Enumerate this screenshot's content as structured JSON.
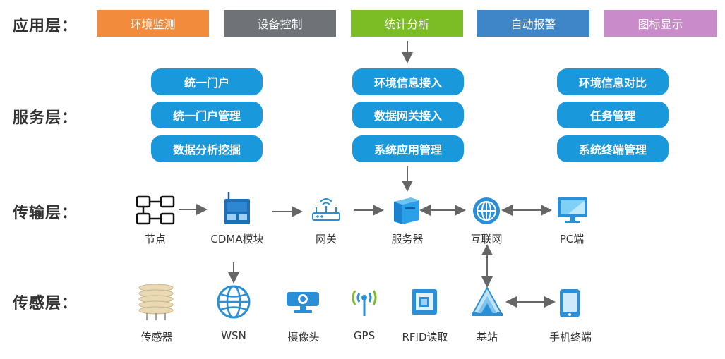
{
  "layers": {
    "application": "应用层：",
    "service": "服务层：",
    "transport": "传输层：",
    "sensing": "传感层："
  },
  "application_modules": [
    {
      "label": "环境监测",
      "color": "#f28b3b"
    },
    {
      "label": "设备控制",
      "color": "#6f7378"
    },
    {
      "label": "统计分析",
      "color": "#7cbd26"
    },
    {
      "label": "自动报警",
      "color": "#3f86c9"
    },
    {
      "label": "图标显示",
      "color": "#c98bc9"
    }
  ],
  "service_modules": {
    "left": [
      "统一门户",
      "统一门户管理",
      "数据分析挖掘"
    ],
    "center": [
      "环境信息接入",
      "数据网关接入",
      "系统应用管理"
    ],
    "right": [
      "环境信息对比",
      "任务管理",
      "系统终端管理"
    ]
  },
  "transport_nodes": [
    {
      "label": "节点",
      "icon": "node-topology-icon"
    },
    {
      "label": "CDMA模块",
      "icon": "cdma-module-icon"
    },
    {
      "label": "网关",
      "icon": "router-icon"
    },
    {
      "label": "服务器",
      "icon": "server-icon"
    },
    {
      "label": "互联网",
      "icon": "globe-icon"
    },
    {
      "label": "PC端",
      "icon": "monitor-icon"
    }
  ],
  "sensing_nodes": [
    {
      "label": "传感器",
      "icon": "sensor-shelter-icon"
    },
    {
      "label": "WSN",
      "icon": "wsn-globe-icon"
    },
    {
      "label": "摄像头",
      "icon": "camera-icon"
    },
    {
      "label": "GPS",
      "icon": "gps-icon"
    },
    {
      "label": "RFID读取",
      "icon": "rfid-chip-icon"
    },
    {
      "label": "基站",
      "icon": "base-station-icon"
    },
    {
      "label": "手机终端",
      "icon": "mobile-phone-icon"
    }
  ],
  "colors": {
    "pill_blue": "#1a98dc",
    "icon_blue": "#2a8fd6",
    "arrow_gray": "#666666",
    "text_dark": "#333333"
  }
}
